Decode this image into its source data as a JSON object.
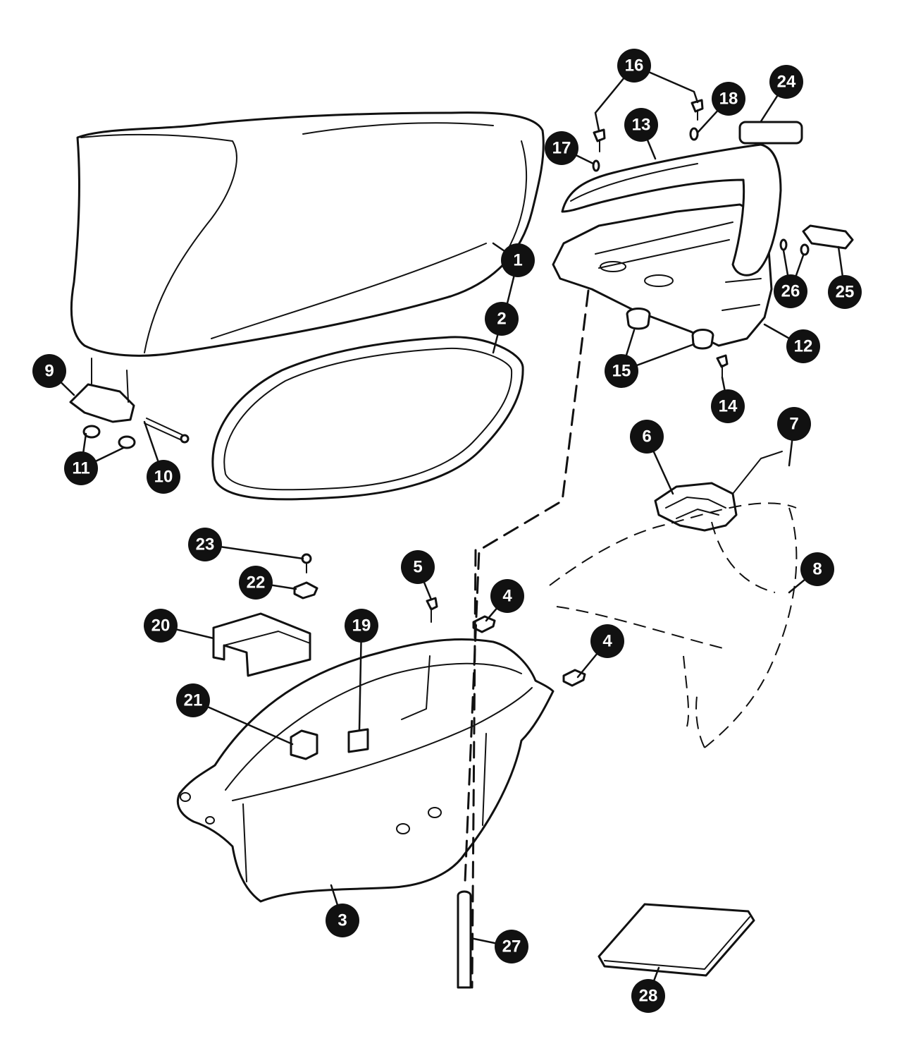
{
  "callouts": [
    {
      "num": "1"
    },
    {
      "num": "2"
    },
    {
      "num": "3"
    },
    {
      "num": "4"
    },
    {
      "num": "4"
    },
    {
      "num": "5"
    },
    {
      "num": "6"
    },
    {
      "num": "7"
    },
    {
      "num": "8"
    },
    {
      "num": "9"
    },
    {
      "num": "10"
    },
    {
      "num": "11"
    },
    {
      "num": "12"
    },
    {
      "num": "13"
    },
    {
      "num": "14"
    },
    {
      "num": "15"
    },
    {
      "num": "16"
    },
    {
      "num": "17"
    },
    {
      "num": "18"
    },
    {
      "num": "19"
    },
    {
      "num": "20"
    },
    {
      "num": "21"
    },
    {
      "num": "22"
    },
    {
      "num": "23"
    },
    {
      "num": "24"
    },
    {
      "num": "25"
    },
    {
      "num": "26"
    },
    {
      "num": "27"
    },
    {
      "num": "28"
    }
  ],
  "colors": {
    "line": "#111111",
    "callout_fill": "#111111",
    "callout_text": "#ffffff",
    "background": "#ffffff"
  }
}
